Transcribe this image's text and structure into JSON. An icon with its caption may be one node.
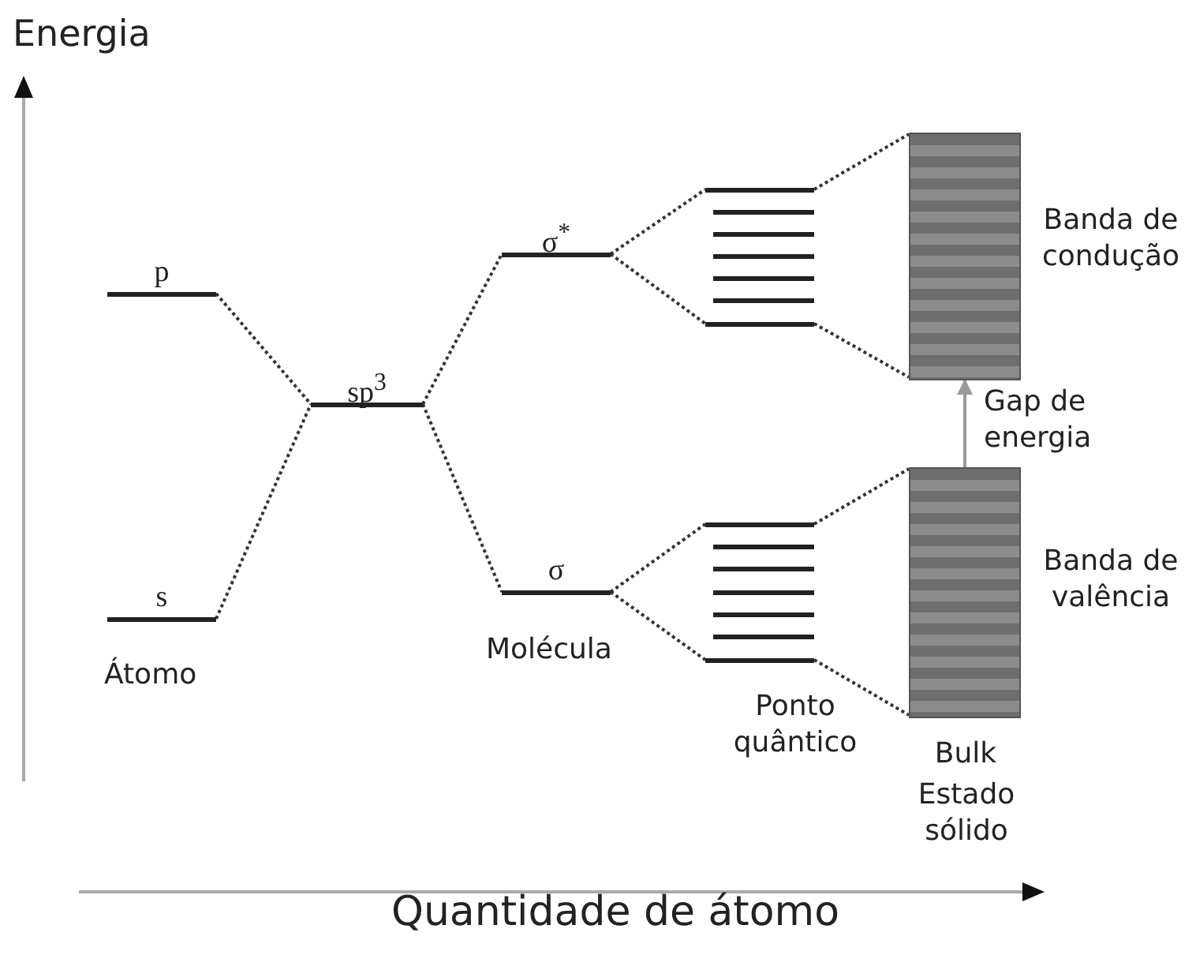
{
  "diagram": {
    "nodes": [
      {
        "text": [
          "p"
        ]
      },
      {
        "text": [
          "s"
        ]
      },
      {
        "text": [
          "sp$^{3}$"
        ]
      },
      {
        "text": [
          "σ$^{*}$"
        ]
      },
      {
        "text": [
          "σ"
        ]
      },
      {
        "text": [],
        "shape": "bar"
      },
      {
        "text": [],
        "shape": "bar"
      },
      {
        "text": [],
        "shape": "box",
        "beside": [
          "Banda de condução"
        ]
      },
      {
        "text": [],
        "shape": "box",
        "beside": [
          "Banda de valência"
        ]
      }
    ],
    "edges": [
      {
        "from": 0,
        "to": 2,
        "arrow": "none",
        "style": "dashed"
      },
      {
        "from": 1,
        "to": 2,
        "arrow": "none",
        "style": "dashed"
      },
      {
        "from": 2,
        "to": 3,
        "arrow": "none",
        "style": "dashed"
      },
      {
        "from": 2,
        "to": 4,
        "arrow": "none",
        "style": "dashed"
      },
      {
        "from": 3,
        "to": 5,
        "arrow": "none",
        "style": "dashed"
      },
      {
        "from": 3,
        "to": 5,
        "arrow": "none",
        "style": "dashed"
      },
      {
        "from": 5,
        "to": 7,
        "arrow": "none",
        "style": "dashed"
      },
      {
        "from": 5,
        "to": 7,
        "arrow": "none",
        "style": "dashed"
      },
      {
        "from": 4,
        "to": 6,
        "arrow": "none",
        "style": "dashed"
      },
      {
        "from": 4,
        "to": 6,
        "arrow": "none",
        "style": "dashed"
      },
      {
        "from": 6,
        "to": 8,
        "arrow": "none",
        "style": "dashed"
      },
      {
        "from": 6,
        "to": 8,
        "arrow": "none",
        "style": "dashed"
      },
      {
        "from": 8,
        "to": 7,
        "arrow": "to",
        "label": "Gap de energia",
        "color": "#999999"
      }
    ],
    "labels": [
      "Energia",
      "Átomo",
      "Molécula",
      "Ponto quântico",
      "Bulk",
      "Estado sólido",
      "Quantidade de átomo"
    ]
  }
}
